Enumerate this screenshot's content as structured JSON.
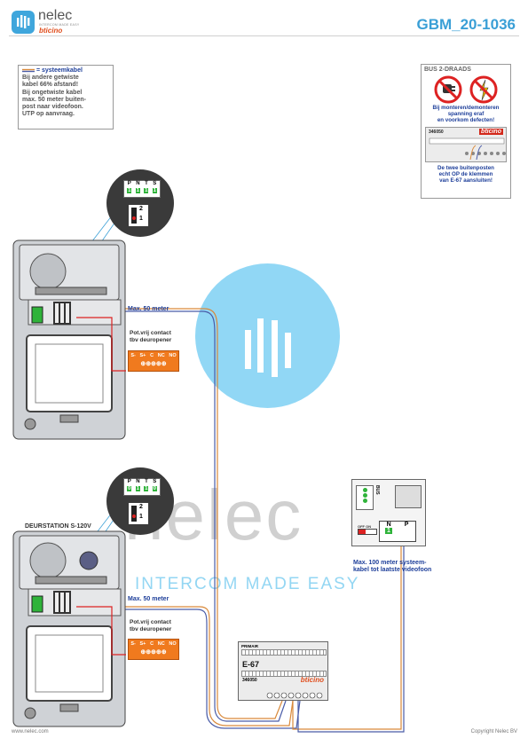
{
  "header": {
    "brand_top": "nelec",
    "brand_tagline": "INTERCOM MADE EASY",
    "brand_bottom": "bticino",
    "doc_code": "GBM_20-1036"
  },
  "note_box": {
    "title": "= systeemkabel",
    "lines": [
      "Bij andere getwiste",
      "kabel 66% afstand!",
      "Bij ongetwiste kabel",
      "max. 50 meter buiten-",
      "post naar videofoon.",
      "UTP op aanvraag."
    ]
  },
  "bus_box": {
    "title": "BUS 2-DRAADS",
    "warning_lines": [
      "Bij monteren/demonteren",
      "spanning eraf",
      "en voorkom defecten!"
    ],
    "device_code": "346050",
    "device_brand": "bticino",
    "note_lines": [
      "De twee buitenposten",
      "echt OP de klemmen",
      "van E-67 aansluiten!"
    ]
  },
  "dip_top": {
    "labels": [
      "P",
      "N",
      "T",
      "S"
    ],
    "values": [
      "1",
      "1",
      "1",
      "1"
    ],
    "jumper": [
      "2",
      "1"
    ]
  },
  "dip_bottom": {
    "labels": [
      "P",
      "N",
      "T",
      "S"
    ],
    "values": [
      "0",
      "1",
      "1",
      "0"
    ],
    "jumper": [
      "2",
      "1"
    ]
  },
  "station_label": "DEURSTATION S-120V",
  "cable_label_top": "Max. 50 meter",
  "cable_label_bottom": "Max. 50 meter",
  "relay_label": [
    "Pot.vrij contact",
    "tbv deuropener"
  ],
  "relay_terminals": [
    "S-",
    "S+",
    "C",
    "NC",
    "NO"
  ],
  "monitor": {
    "bus_label": "BUS",
    "dip_labels": [
      "N",
      "P"
    ],
    "dip_value": "1",
    "switch_labels": [
      "OFF",
      "ON"
    ]
  },
  "monitor_note": [
    "Max. 100 meter systeem-",
    "kabel tot laatste videofoon"
  ],
  "psu": {
    "title": "PRIMAIR",
    "model": "E-67",
    "code": "346050",
    "brand": "bticino"
  },
  "footer": {
    "left": "www.nelec.com",
    "right": "Copyright Nelec BV"
  },
  "watermark": {
    "main": "nelec",
    "sub": "INTERCOM MADE EASY"
  },
  "colors": {
    "accent": "#3a9fd6",
    "cable_orange": "#d9893a",
    "cable_blue": "#4a5ca8",
    "relay": "#f07a1e",
    "red_wire": "#d22",
    "green": "#2fb33a"
  }
}
